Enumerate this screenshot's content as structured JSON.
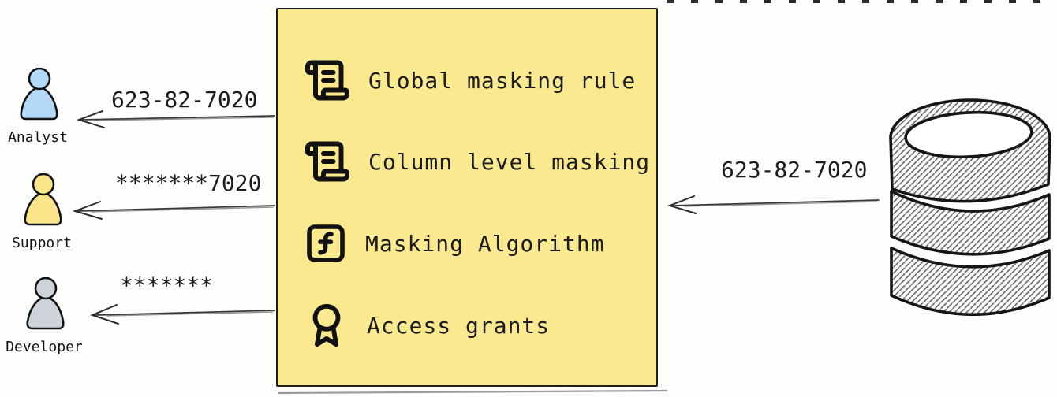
{
  "diagram_title": "data-masking-flow",
  "personas": [
    {
      "name": "Analyst",
      "received_value": "623-82-7020",
      "color": "#b3d9f7"
    },
    {
      "name": "Support",
      "received_value": "*******7020",
      "color": "#fbe48a"
    },
    {
      "name": "Developer",
      "received_value": "*******",
      "color": "#ced3da"
    }
  ],
  "masking_box": {
    "background": "#fae98f",
    "items": [
      {
        "icon": "scroll-text-icon",
        "label": "Global masking rule"
      },
      {
        "icon": "scroll-text-icon",
        "label": "Column level masking"
      },
      {
        "icon": "function-square-icon",
        "label": "Masking Algorithm"
      },
      {
        "icon": "award-icon",
        "label": "Access grants"
      }
    ]
  },
  "source": {
    "icon": "database-icon",
    "outgoing_value": "623-82-7020"
  }
}
